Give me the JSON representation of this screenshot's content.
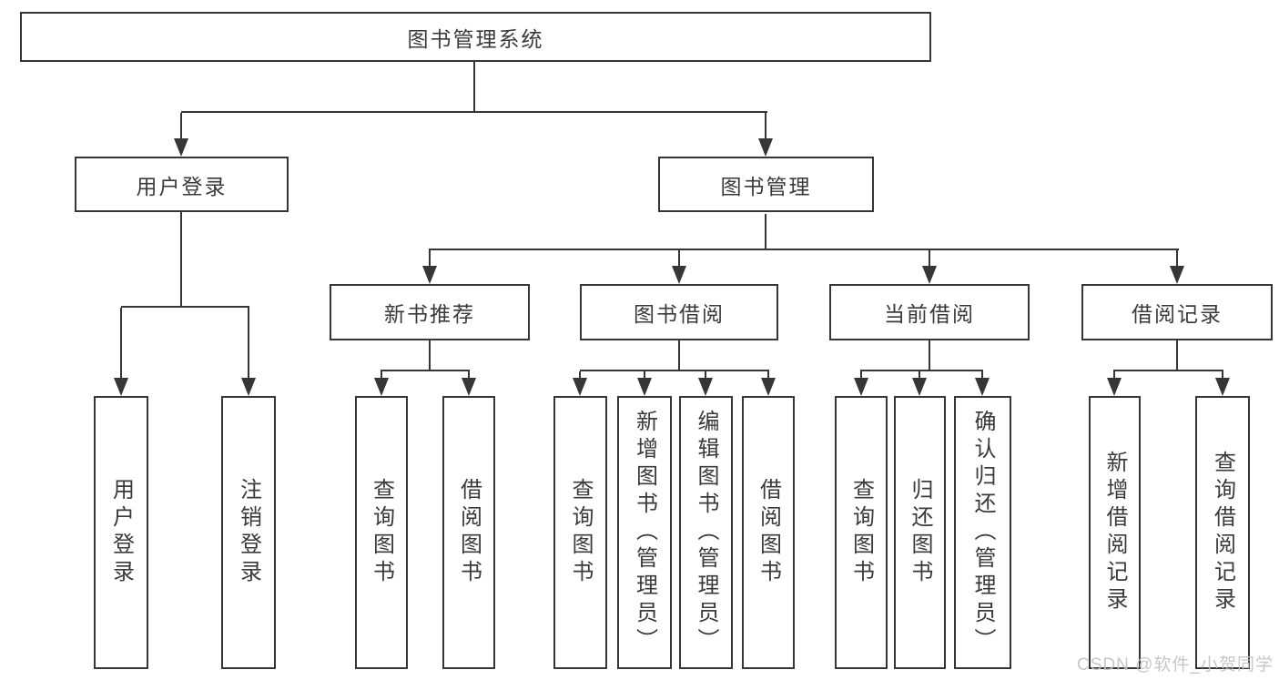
{
  "tree": {
    "label": "图书管理系统",
    "children": [
      {
        "label": "用户登录",
        "children": [
          {
            "label": "用户登录"
          },
          {
            "label": "注销登录"
          }
        ]
      },
      {
        "label": "图书管理",
        "children": [
          {
            "label": "新书推荐",
            "children": [
              {
                "label": "查询图书"
              },
              {
                "label": "借阅图书"
              }
            ]
          },
          {
            "label": "图书借阅",
            "children": [
              {
                "label": "查询图书"
              },
              {
                "label": "新增图书（管理员）"
              },
              {
                "label": "编辑图书（管理员）"
              },
              {
                "label": "借阅图书"
              }
            ]
          },
          {
            "label": "当前借阅",
            "children": [
              {
                "label": "查询图书"
              },
              {
                "label": "归还图书"
              },
              {
                "label": "确认归还（管理员）"
              }
            ]
          },
          {
            "label": "借阅记录",
            "children": [
              {
                "label": "新增借阅记录"
              },
              {
                "label": "查询借阅记录"
              }
            ]
          }
        ]
      }
    ]
  },
  "watermark": {
    "text": "CSDN @软件_小贺同学"
  },
  "colors": {
    "line": "#363636",
    "text": "#3a3a3a",
    "watermark": "#c3c3c3",
    "background": "#ffffff"
  }
}
